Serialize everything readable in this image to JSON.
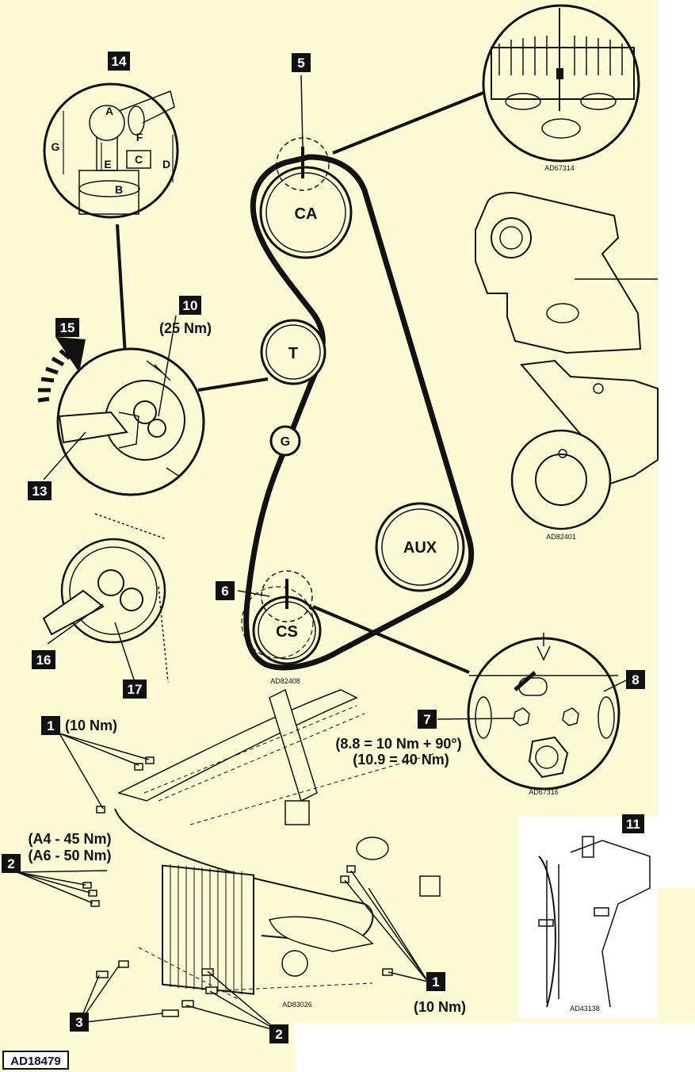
{
  "colors": {
    "background": "#fdfbd6",
    "ink": "#111111",
    "callout_box": "#111111",
    "white_panel": "#ffffff"
  },
  "pulleys": {
    "camshaft": "CA",
    "tensioner": "T",
    "guide": "G",
    "auxiliary": "AUX",
    "crankshaft": "CS"
  },
  "callouts": {
    "c14": "14",
    "c5": "5",
    "c10": "10",
    "c15": "15",
    "c13": "13",
    "c6": "6",
    "c16": "16",
    "c17": "17",
    "c8": "8",
    "c7": "7",
    "c1_top": "1",
    "c2_left": "2",
    "c3": "3",
    "c2_bottom": "2",
    "c1_bottom": "1",
    "c11": "11"
  },
  "torque_labels": {
    "t10": "(25 Nm)",
    "t1_top": "(10 Nm)",
    "t7_line1": "(8.8 = 10 Nm + 90°)",
    "t7_line2": "(10.9 = 40 Nm)",
    "t2_line1": "(A4 - 45 Nm)",
    "t2_line2": "(A6 - 50 Nm)",
    "t1_bottom": "(10 Nm)"
  },
  "detail_letters": {
    "a": "A",
    "b": "B",
    "c": "C",
    "d": "D",
    "e": "E",
    "f": "F",
    "g": "G"
  },
  "figure_codes": {
    "cam_detail": "AD67314",
    "tensioner_detail": "AD82401",
    "belt_layout": "AD82408",
    "crank_detail": "AD67316",
    "radiator": "AD83026",
    "hub_detail": "AD43138",
    "main": "AD18479"
  }
}
